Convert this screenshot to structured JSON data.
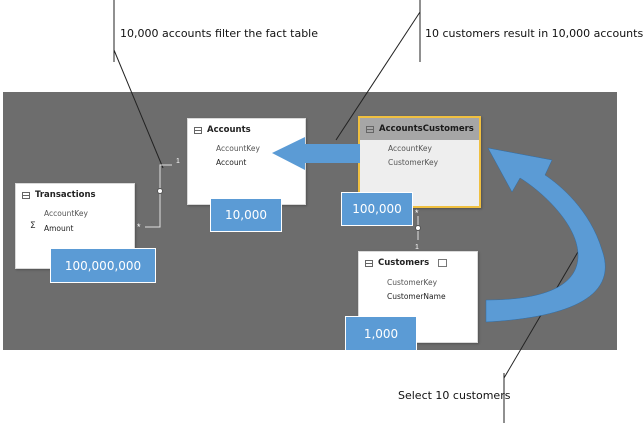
{
  "callouts": {
    "accounts_filter": "10,000 accounts filter the fact table",
    "customers_result": "10 customers result in 10,000 accounts",
    "select_customers": "Select 10 customers"
  },
  "tables": {
    "transactions": {
      "title": "Transactions",
      "fields": [
        "AccountKey",
        "Amount"
      ],
      "badge": "100,000,000"
    },
    "accounts": {
      "title": "Accounts",
      "fields": [
        "AccountKey",
        "Account"
      ],
      "badge": "10,000"
    },
    "accounts_customers": {
      "title": "AccountsCustomers",
      "fields": [
        "AccountKey",
        "CustomerKey"
      ],
      "badge": "100,000"
    },
    "customers": {
      "title": "Customers",
      "fields": [
        "CustomerKey",
        "CustomerName"
      ],
      "badge": "1,000"
    }
  },
  "relationships": {
    "transactions_accounts": {
      "many": "*",
      "one": "1"
    },
    "accountscustomers_customers": {
      "many": "*",
      "one": "1"
    }
  },
  "colors": {
    "canvas": "#6d6d6d",
    "badge": "#5b9bd5",
    "highlight": "#f0c040"
  }
}
